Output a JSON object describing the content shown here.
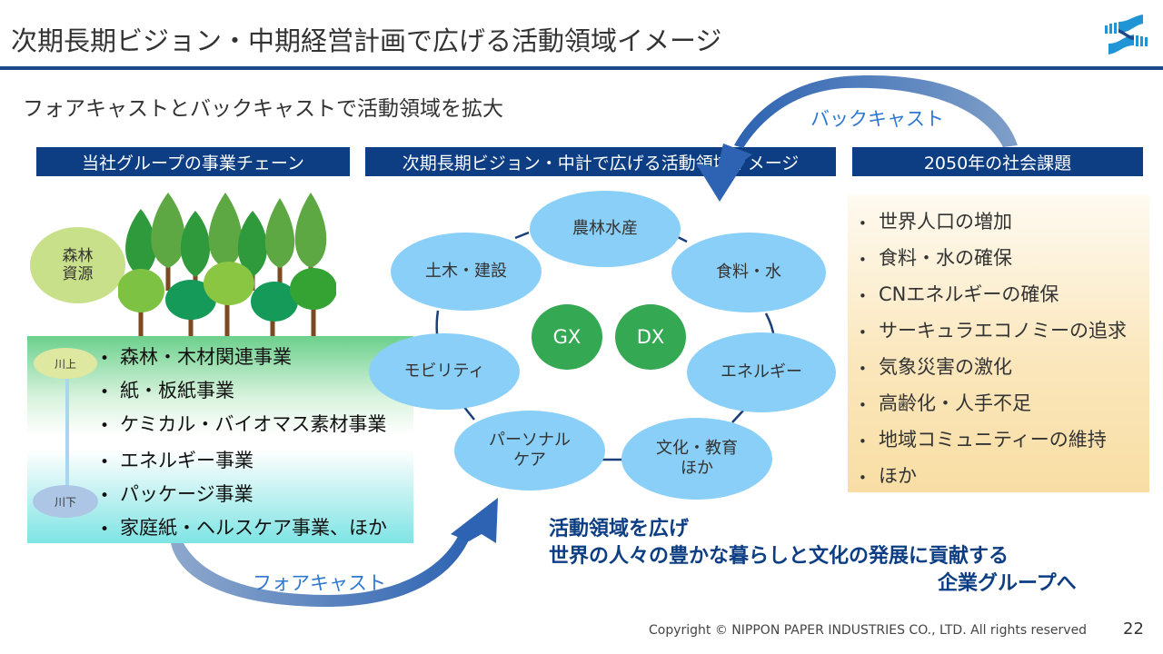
{
  "slide": {
    "title": "次期長期ビジョン・中期経営計画で広げる活動領域イメージ",
    "subtitle": "フォアキャストとバックキャストで活動領域を拡大",
    "page_number": "22",
    "copyright": "Copyright © NIPPON PAPER INDUSTRIES CO., LTD. All rights reserved",
    "accent_color": "#0d3e84"
  },
  "headers": {
    "left": "当社グループの事業チェーン",
    "middle": "次期長期ビジョン・中計で広げる活動領域イメージ",
    "right": "2050年の社会課題"
  },
  "business_chain": {
    "forest_badge": "森林\n資源",
    "upstream_label": "川上",
    "downstream_label": "川下",
    "items": [
      "森林・木材関連事業",
      "紙・板紙事業",
      "ケミカル・バイオマス素材事業",
      "エネルギー事業",
      "パッケージ事業",
      "家庭紙・ヘルスケア事業、ほか"
    ]
  },
  "activity_areas": {
    "domains": [
      {
        "label": "農林水産"
      },
      {
        "label": "食料・水"
      },
      {
        "label": "エネルギー"
      },
      {
        "label": "文化・教育\nほか"
      },
      {
        "label": "パーソナル\nケア"
      },
      {
        "label": "モビリティ"
      },
      {
        "label": "土木・建設"
      }
    ],
    "core": [
      "GX",
      "DX"
    ]
  },
  "social_issues": {
    "items": [
      "世界人口の増加",
      "食料・水の確保",
      "CNエネルギーの確保",
      "サーキュラエコノミーの追求",
      "気象災害の激化",
      "高齢化・人手不足",
      "地域コミュニティーの維持",
      "ほか"
    ]
  },
  "arrows": {
    "backcast": "バックキャスト",
    "forecast": "フォアキャスト"
  },
  "mission": {
    "line1": "活動領域を広げ",
    "line2": "世界の人々の豊かな暮らしと文化の発展に貢献する",
    "line3": "企業グループへ"
  }
}
